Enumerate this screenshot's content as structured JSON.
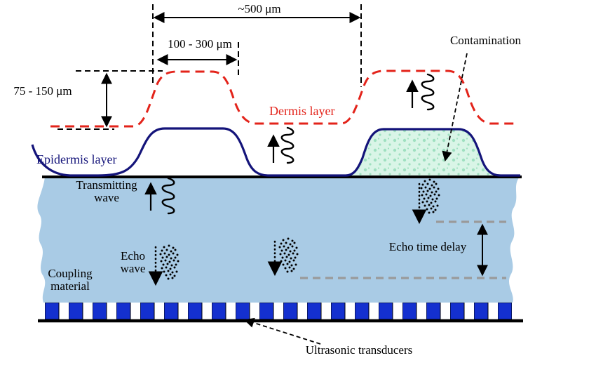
{
  "diagram": {
    "dimensions": {
      "pitch": "~500 μm",
      "ridge_width": "100 - 300 μm",
      "ridge_height": "75 - 150 μm"
    },
    "labels": {
      "dermis": "Dermis layer",
      "epidermis": "Epidermis layer",
      "contamination": "Contamination",
      "transmitting_wave": "Transmitting wave",
      "echo_wave": "Echo wave",
      "echo_time_delay": "Echo time delay",
      "coupling_material": "Coupling material",
      "ultrasonic_transducers": "Ultrasonic transducers"
    },
    "colors": {
      "dermis": "#e3231a",
      "epidermis": "#14147a",
      "coupling": "#a9cbe5",
      "transducer": "#1430cf",
      "contamination_fill": "#d9f5e7",
      "contamination_dot": "#9fe0c0",
      "delay_dash": "#9a9a9a"
    }
  }
}
